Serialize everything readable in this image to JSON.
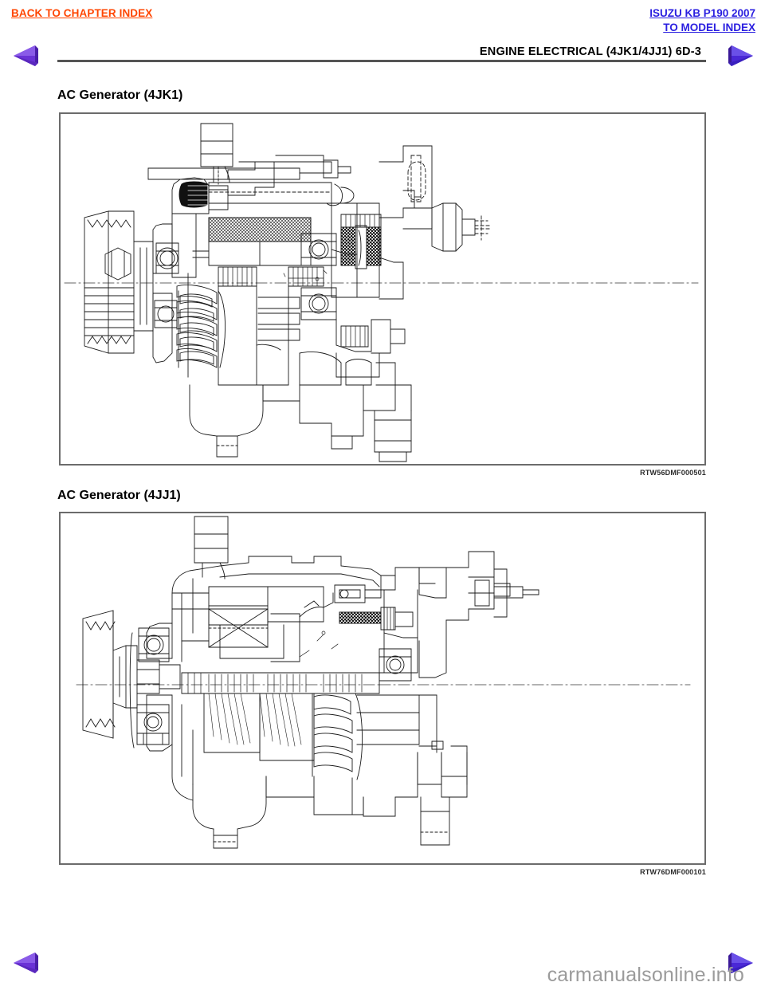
{
  "nav": {
    "back_to_chapter_index": "BACK TO CHAPTER INDEX",
    "model_name": "ISUZU KB P190 2007",
    "to_model_index": "TO MODEL INDEX",
    "prev_arrow_icon": "triangle-left-icon",
    "next_arrow_icon": "triangle-right-icon",
    "back_link_color": "#FF4500",
    "model_link_color": "#2A1FE0",
    "arrow_color": "#6A32D6"
  },
  "header": {
    "title": "ENGINE ELECTRICAL (4JK1/4JJ1)  6D-3",
    "rule_color": "#555555"
  },
  "sections": [
    {
      "heading": "AC Generator (4JK1)",
      "caption": "RTW56DMF000501",
      "figure_name": "ac-generator-4jk1-cutaway-diagram"
    },
    {
      "heading": "AC Generator (4JJ1)",
      "caption": "RTW76DMF000101",
      "figure_name": "ac-generator-4jj1-cutaway-diagram"
    }
  ],
  "footer": {
    "watermark": "carmanualsonline.info",
    "watermark_color": "#9b9b9b"
  }
}
